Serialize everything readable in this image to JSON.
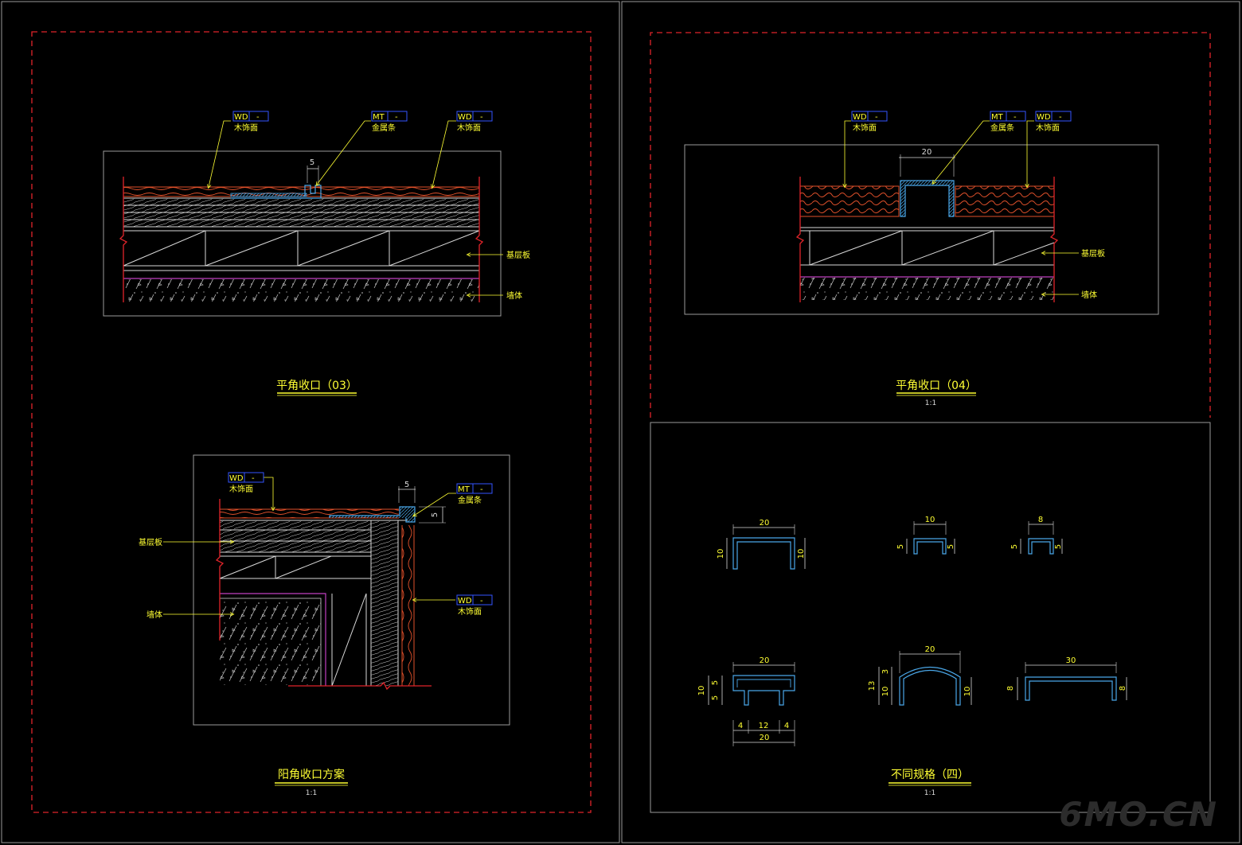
{
  "colors": {
    "background": "#000000",
    "frame": "#9a9a9a",
    "dashed_border": "#e0242a",
    "wood": "#e0502a",
    "layer": "#d8d8d8",
    "profile": "#4aa7e8",
    "label": "#ffff33",
    "tag_box": "#3355ff",
    "wall_line": "#c040c0",
    "red": "#e0242a"
  },
  "tags": {
    "wd": "WD",
    "mt": "MT",
    "dash": "-"
  },
  "labels": {
    "wood_face": "木饰面",
    "metal_strip": "金属条",
    "base_board": "基层板",
    "wall": "墙体"
  },
  "drawings": {
    "flat_03": {
      "title": "平角收口（03）",
      "dim_gap": "5"
    },
    "corner": {
      "title": "阳角收口方案",
      "scale": "1:1",
      "dim_top": "5",
      "dim_side": "5"
    },
    "flat_04": {
      "title": "平角收口（04）",
      "scale": "1:1",
      "dim_width": "20"
    },
    "specs": {
      "title": "不同规格（四）",
      "scale": "1:1",
      "p1": {
        "w": "20",
        "hl": "10",
        "hr": "10"
      },
      "p2": {
        "w": "10",
        "hl": "5",
        "hr": "5"
      },
      "p3": {
        "w": "8",
        "hl": "5",
        "hr": "5"
      },
      "p4": {
        "w": "20",
        "h_total": "10",
        "h_top": "5",
        "h_bottom": "5",
        "b_left": "4",
        "b_mid": "12",
        "b_right": "4",
        "b_total": "20"
      },
      "p5": {
        "w": "20",
        "h_total": "13",
        "h_cap": "3",
        "h_side": "10",
        "h_right": "10"
      },
      "p6": {
        "w": "30",
        "hl": "8",
        "hr": "8"
      }
    }
  },
  "watermark": "6MO.CN"
}
